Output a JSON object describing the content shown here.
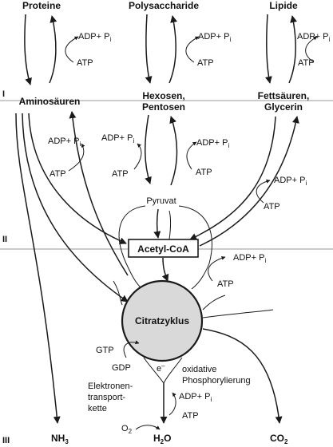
{
  "stages": {
    "I": "I",
    "II": "II",
    "III": "III"
  },
  "nutrients": {
    "proteins": "Proteine",
    "polysaccharides": "Polysaccharide",
    "lipids": "Lipide"
  },
  "monomers": {
    "amino_acids": "Aminosäuren",
    "hexoses_line1": "Hexosen,",
    "hexoses_line2": "Pentosen",
    "fatty_acids_line1": "Fettsäuren,",
    "fatty_acids_line2": "Glycerin"
  },
  "intermediates": {
    "pyruvate": "Pyruvat",
    "acetyl_coa": "Acetyl-CoA",
    "citric_cycle": "Citratzyklus"
  },
  "energy": {
    "adp_pi": "ADP+ P",
    "pi_sub": "i",
    "atp": "ATP",
    "gtp": "GTP",
    "gdp": "GDP"
  },
  "electron": {
    "label": "e",
    "sup": "–"
  },
  "etc": {
    "line1": "Elektronen-",
    "line2": "transport-",
    "line3": "kette"
  },
  "oxphos": {
    "line1": "oxidative",
    "line2": "Phosphorylierung"
  },
  "products": {
    "o2": "O",
    "o2_sub": "2",
    "nh3": "NH",
    "nh3_sub": "3",
    "h2o_a": "H",
    "h2o_sub": "2",
    "h2o_b": "O",
    "co2": "CO",
    "co2_sub": "2"
  },
  "colors": {
    "ink": "#1a1a1a",
    "cycle_fill": "#d9d9d9",
    "separator": "#9a9a9a",
    "background": "#ffffff"
  }
}
